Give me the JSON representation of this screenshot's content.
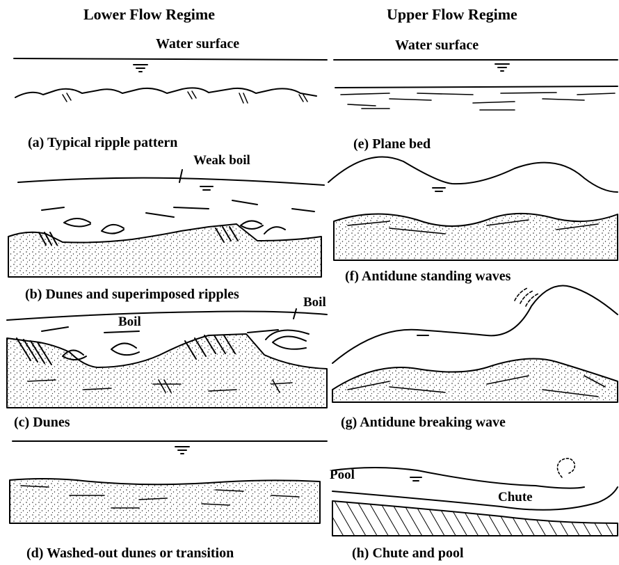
{
  "headers": {
    "left": "Lower Flow Regime",
    "right": "Upper Flow Regime"
  },
  "labels": {
    "water_surface_left": "Water surface",
    "water_surface_right": "Water surface",
    "weak_boil": "Weak boil",
    "boil_top_right": "Boil",
    "boil_dunes": "Boil",
    "pool": "Pool",
    "chute": "Chute"
  },
  "captions": {
    "a": "(a) Typical ripple pattern",
    "b": "(b) Dunes and superimposed ripples",
    "c": "(c) Dunes",
    "d": "(d) Washed-out dunes or transition",
    "e": "(e) Plane bed",
    "f": "(f) Antidune standing waves",
    "g": "(g) Antidune breaking wave",
    "h": "(h) Chute and pool"
  }
}
